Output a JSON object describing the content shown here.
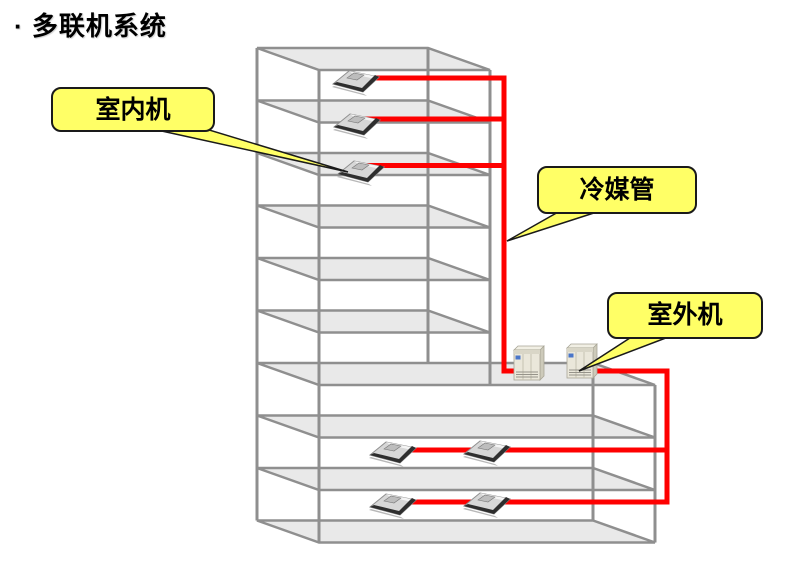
{
  "title": "· 多联机系统",
  "callouts": {
    "indoor_unit": "室内机",
    "refrigerant_pipe": "冷媒管",
    "outdoor_unit": "室外机"
  },
  "colors": {
    "pipe": "#FE0000",
    "callout_fill": "#FFFF66",
    "callout_border": "#1A1A1A",
    "structure": "#8F8F8F",
    "slab_fill": "#E9E9E9"
  },
  "equipment": {
    "indoor_unit_count": 7,
    "outdoor_unit_count": 2,
    "tower_floor_slabs": 6,
    "podium_floor_slabs": 4
  }
}
